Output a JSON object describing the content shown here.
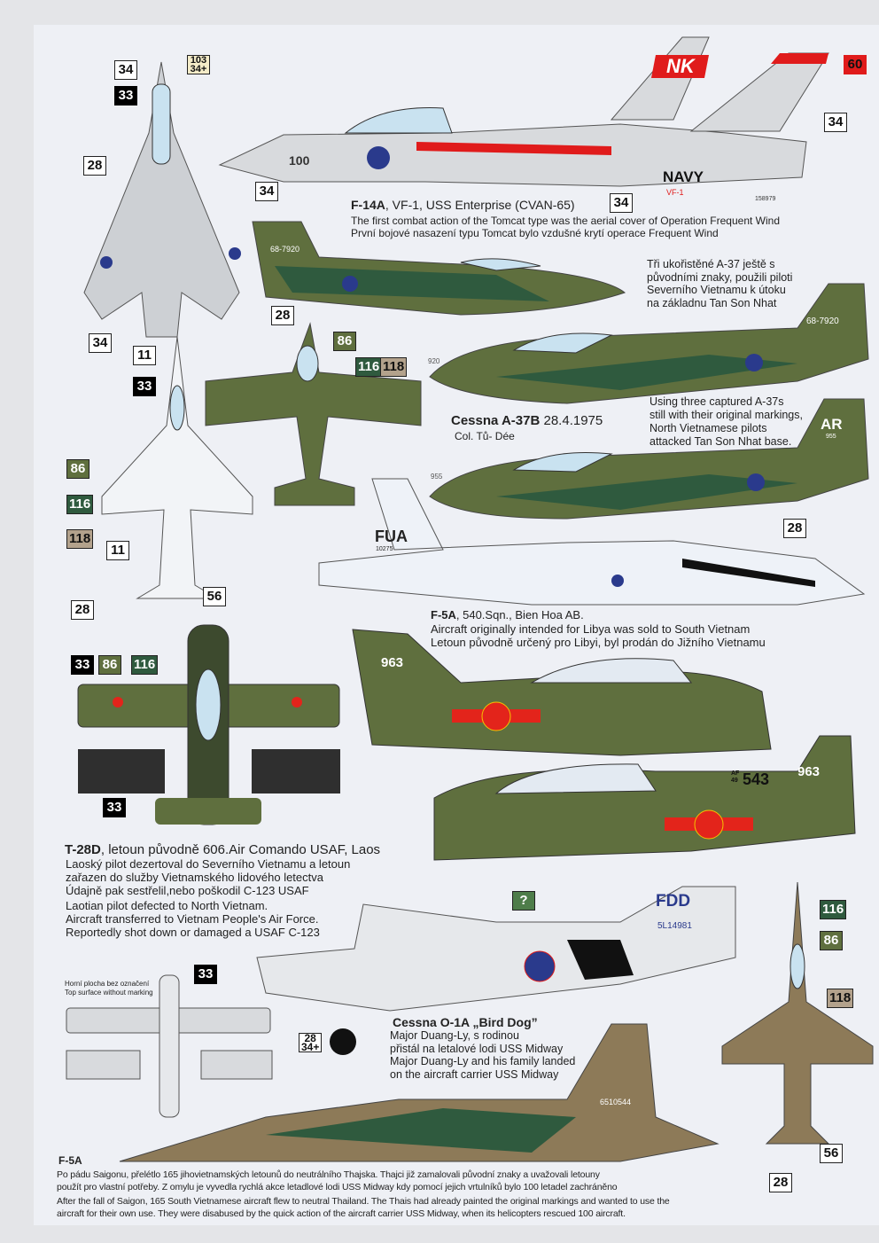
{
  "f14": {
    "title_bold": "F-14A",
    "title_rest": ", VF-1, USS Enterprise (CVAN-65)",
    "line_en": "The first combat action of the Tomcat type was the aerial cover of Operation Frequent Wind",
    "line_cz": "První bojové nasazení typu Tomcat bylo vzdušné krytí  operace Frequent Wind"
  },
  "a37": {
    "title_bold": "Cessna A-37B",
    "date": "28.4.1975",
    "pilot": "Col. Tů- Dée",
    "cz_lines": [
      "Tři ukořistěné A-37 ještě s",
      "původními znaky, použili piloti",
      "Severního Vietnamu k útoku",
      "na základnu Tan Son Nhat"
    ],
    "en_lines": [
      "Using three captured A-37s",
      "still with their original markings,",
      "North Vietnamese pilots",
      "attacked Tan Son Nhat base."
    ]
  },
  "f5a_top": {
    "title_bold": "F-5A",
    "title_rest": ", 540.Sqn., Bien Hoa AB.",
    "line_en": "Aircraft originally intended for Libya was sold to South Vietnam",
    "line_cz": "Letoun původně určený pro Libyi, byl prodán do Jižního Vietnamu"
  },
  "t28": {
    "title_bold": "T-28D",
    "title_rest": ", letoun původně 606.Air Comando USAF, Laos",
    "cz_lines": [
      "Laoský pilot dezertoval do Severního Vietnamu a letoun",
      "zařazen do služby Vietnamského lidového letectva",
      "Údajně pak sestřelil,nebo poškodil C-123 USAF"
    ],
    "en_lines": [
      "Laotian pilot defected to North Vietnam.",
      "Aircraft transferred to Vietnam People's Air Force.",
      "Reportedly shot down or damaged a USAF C-123"
    ]
  },
  "o1": {
    "top_note_cz": "Horní plocha bez označení",
    "top_note_en": "Top surface without marking",
    "title": "Cessna O-1A „Bird Dog”",
    "lines": [
      "Major Duang-Ly, s rodinou",
      "přistál na letalové lodi USS Midway",
      "Major Duang-Ly and his family landed",
      "on the aircraft carrier USS Midway"
    ]
  },
  "f5a_bottom": {
    "title": "F-5A",
    "lines": [
      "Po pádu Saigonu, přelétlo 165 jihovietnamských letounů do neutrálního Thajska.  Thajci již zamalovali  původní znaky a uvažovali letouny",
      "použít pro vlastní potřeby.  Z omylu je vyvedla rychlá akce letadlové lodi USS Midway kdy pomocí jejich vrtulníků bylo 100 letadel zachráněno",
      "After the fall of Saigon, 165 South Vietnamese aircraft flew to neutral Thailand. The Thais had already painted the original markings and wanted to use the",
      "aircraft for their own use. They were disabused by the quick action of the aircraft carrier USS Midway, when its helicopters rescued 100 aircraft."
    ]
  },
  "callouts": [
    "34",
    "103\n34+",
    "33",
    "28",
    "34",
    "34",
    "34",
    "60",
    "28",
    "34",
    "11",
    "33",
    "86",
    "116",
    "118",
    "86",
    "116",
    "118",
    "11",
    "28",
    "56",
    "28",
    "33",
    "86",
    "116",
    "33",
    "?",
    "33",
    "28\n34+",
    "116",
    "86",
    "118",
    "56",
    "28"
  ],
  "markings": {
    "navy": "NAVY",
    "vf1": "VF-1",
    "nk": "NK",
    "modex": "100",
    "bureau": "158979",
    "a37_serial": "68-7920",
    "a37_nose": "920",
    "ar": "AR",
    "ar_num": "955",
    "f5_nose": "955",
    "fua": "FUA",
    "fua_serial": "10275",
    "t28_963": "963",
    "t28_543": "543",
    "t28_af": "AF\n49",
    "fdd": "FDD",
    "o1_serial": "5L14981",
    "f5_bottom_serial": "6510544"
  },
  "colors": {
    "sheet": "#eef0f5",
    "camo_green": "#2f5a3e",
    "camo_olive": "#5f6f3e",
    "camo_tan": "#b3a28c",
    "navy_red": "#e01b1b",
    "vn_red": "#e3241b",
    "vn_yellow": "#f5c400",
    "usaf_blue": "#2a3a8c"
  }
}
